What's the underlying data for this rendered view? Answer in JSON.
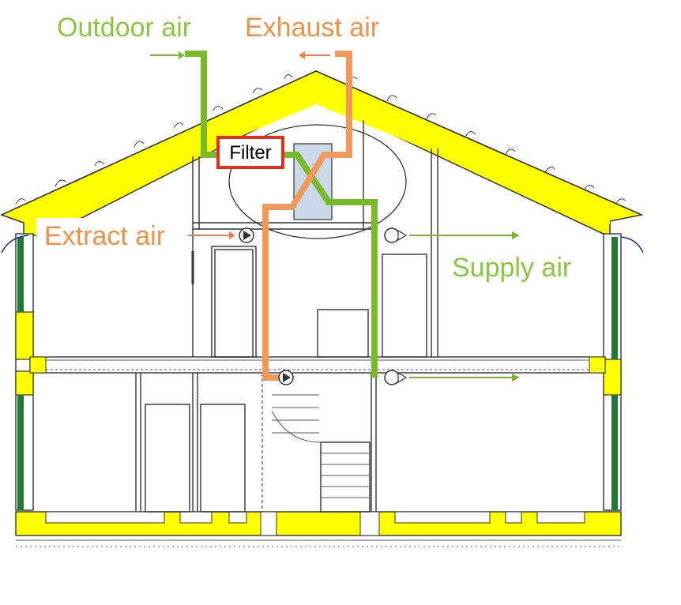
{
  "labels": {
    "outdoor_air": "Outdoor air",
    "exhaust_air": "Exhaust air",
    "extract_air": "Extract air",
    "supply_air": "Supply air",
    "filter": "Filter"
  },
  "colors": {
    "fresh_air": "#8cc63f",
    "used_air": "#f0914a",
    "insulation": "#ffff00",
    "filter_border": "#e0301e",
    "heat_exchanger": "#c8d8e8",
    "wall_green": "#1f7a3a"
  },
  "icons": {
    "fan": "fan-icon",
    "arrow": "arrow-icon"
  }
}
